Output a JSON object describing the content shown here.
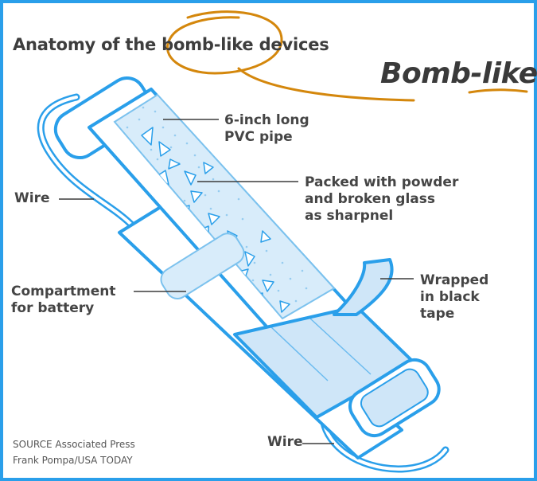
{
  "title": "Anatomy of the bomb-like devices",
  "badge": "Bomb-like",
  "labels": {
    "pvc_pipe": [
      "6-inch long",
      "PVC pipe"
    ],
    "packed": [
      "Packed with powder",
      "and broken glass",
      "as sharpnel"
    ],
    "wire_top": "Wire",
    "compartment": [
      "Compartment",
      "for battery"
    ],
    "tape": [
      "Wrapped",
      "in black",
      "tape"
    ],
    "wire_bottom": "Wire"
  },
  "credits": {
    "source": "SOURCE Associated Press",
    "author": "Frank Pompa/USA TODAY"
  },
  "colors": {
    "border": "#2a9fea",
    "pipe_outline": "#2a9fea",
    "pipe_fill": "#ffffff",
    "powder": "#d8ecfa",
    "tape": "#cfe6f8",
    "annotation_circle": "#d4870c",
    "text": "#454545"
  }
}
